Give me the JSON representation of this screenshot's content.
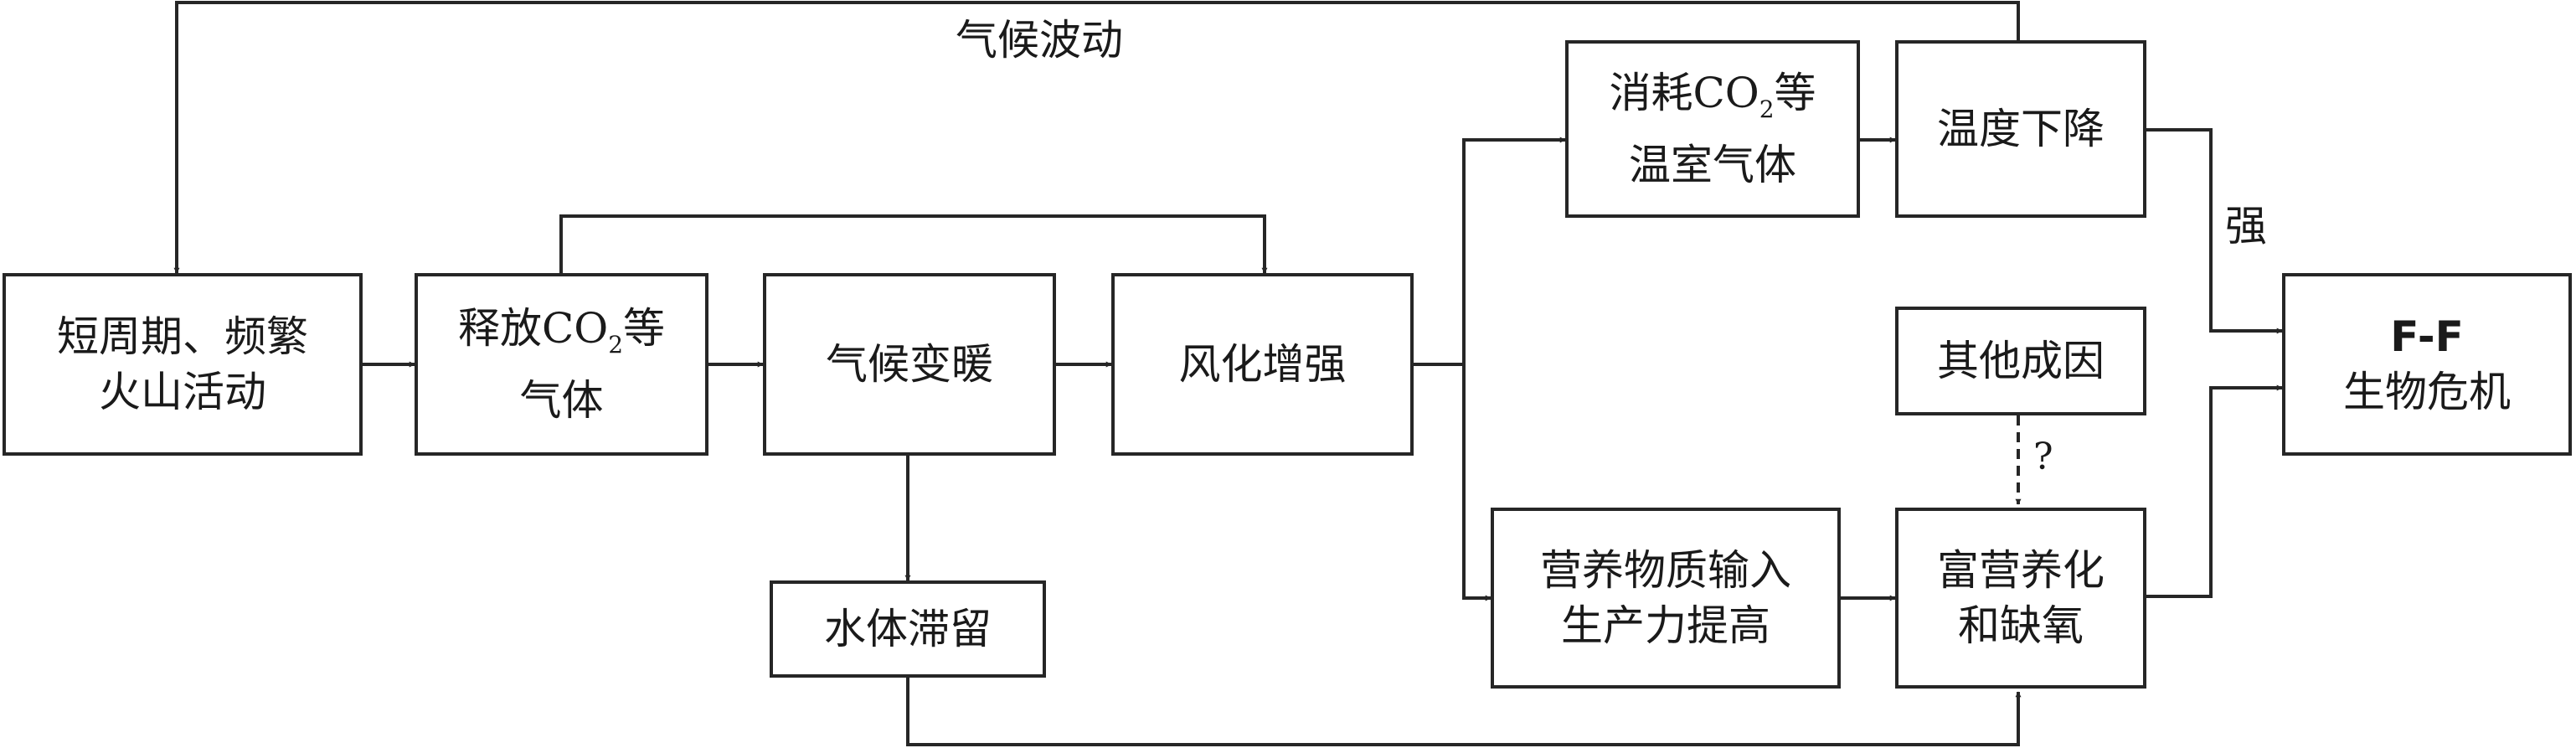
{
  "nodes": {
    "volcanism": {
      "line1": "短周期、频繁",
      "line2": "火山活动"
    },
    "co2_release": {
      "line1_pre": "释放CO",
      "line1_sub": "2",
      "line1_post": "等",
      "line2": "气体"
    },
    "warming": {
      "label": "气候变暖"
    },
    "weathering": {
      "label": "风化增强"
    },
    "stagnation": {
      "label": "水体滞留"
    },
    "co2_consume": {
      "line1_pre": "消耗CO",
      "line1_sub": "2",
      "line1_post": "等",
      "line2": "温室气体"
    },
    "cooling": {
      "label": "温度下降"
    },
    "nutrients": {
      "line1": "营养物质输入",
      "line2": "生产力提高"
    },
    "other_causes": {
      "label": "其他成因"
    },
    "eutrophication": {
      "line1": "富营养化",
      "line2": "和缺氧"
    },
    "crisis": {
      "line1": "F-F",
      "line2": "生物危机"
    }
  },
  "edge_labels": {
    "feedback": "气候波动",
    "strong": "强",
    "uncertain": "?"
  },
  "colors": {
    "line": "#262626",
    "background": "#ffffff"
  }
}
